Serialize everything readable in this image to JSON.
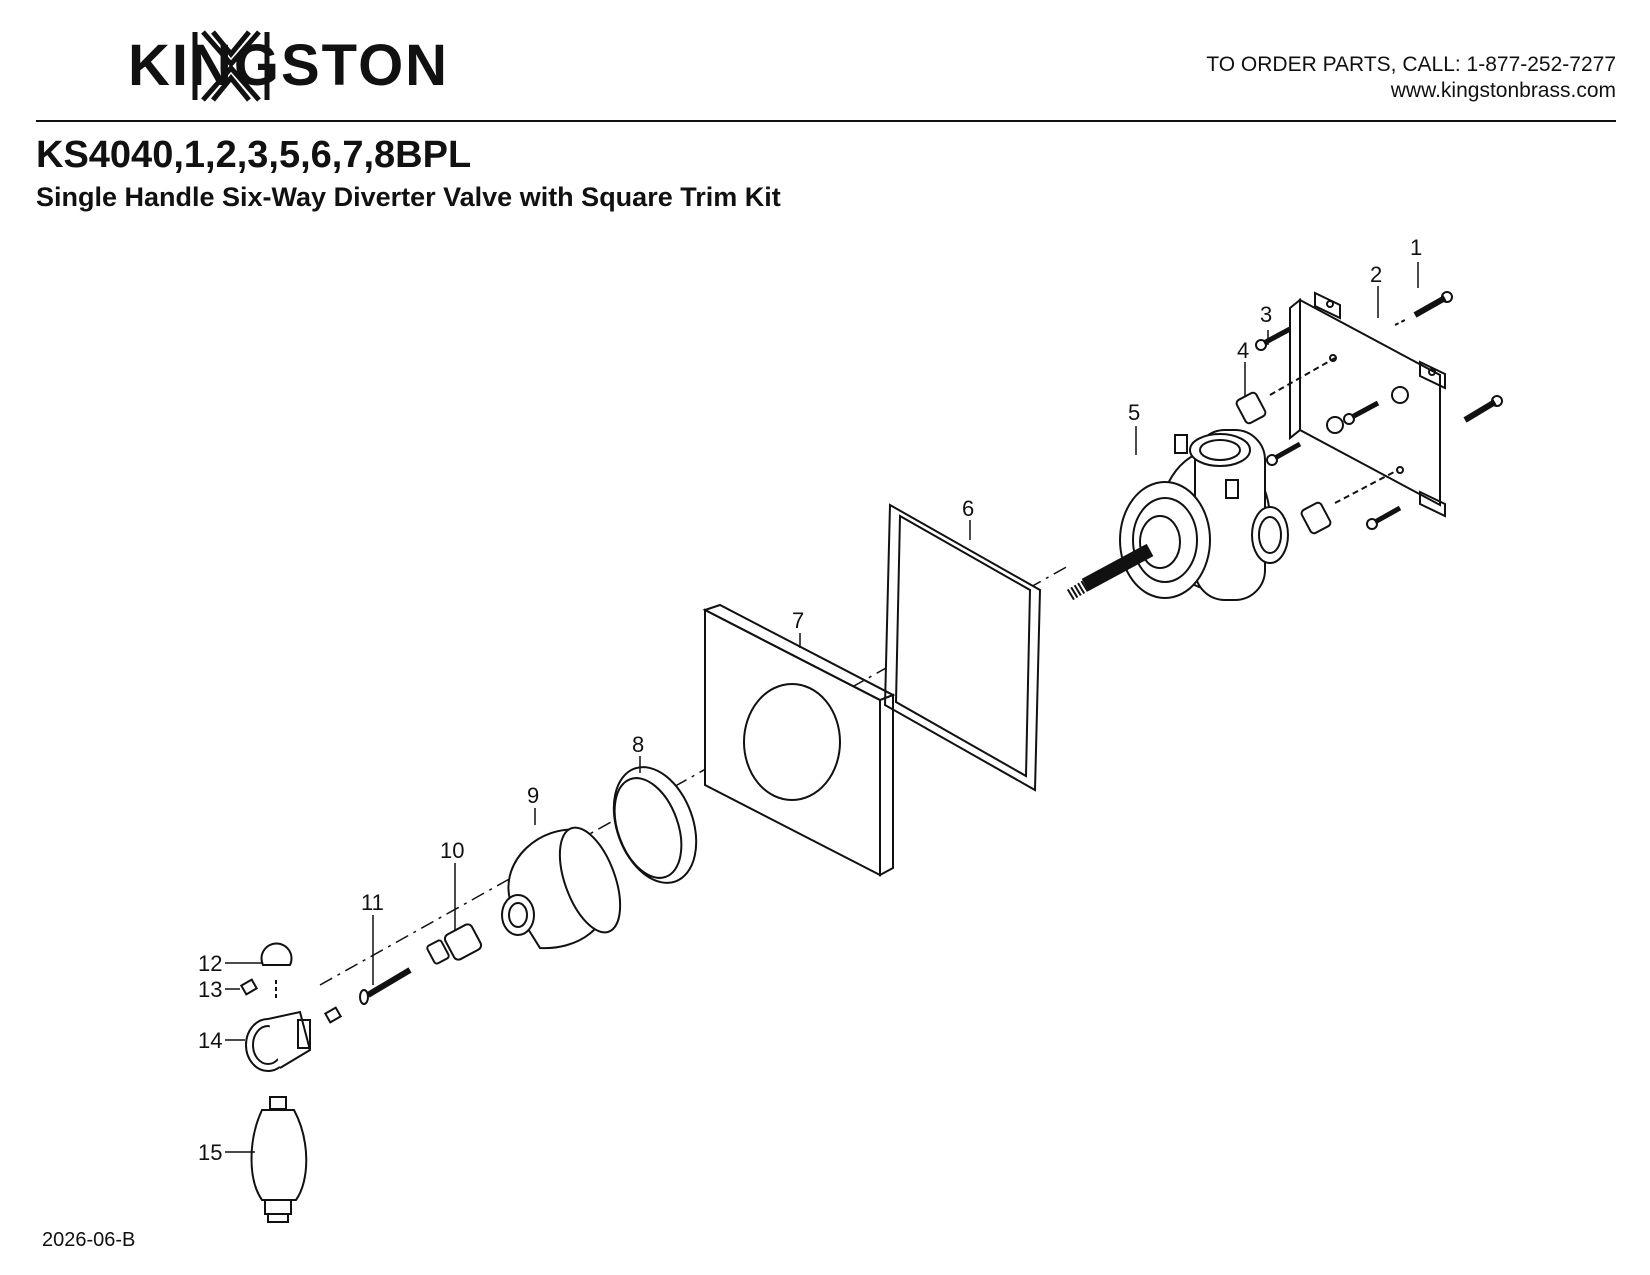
{
  "header": {
    "brand": "KINGSTON",
    "contact_line1": "TO ORDER PARTS, CALL: 1-877-252-7277",
    "contact_line2": "www.kingstonbrass.com"
  },
  "product": {
    "model": "KS4040,1,2,3,5,6,7,8BPL",
    "description": "Single Handle Six-Way Diverter Valve with Square Trim Kit"
  },
  "callouts": [
    "1",
    "2",
    "3",
    "4",
    "5",
    "6",
    "7",
    "8",
    "9",
    "10",
    "11",
    "12",
    "13",
    "14",
    "15"
  ],
  "footer": {
    "doc_code": "2026-06-B"
  }
}
